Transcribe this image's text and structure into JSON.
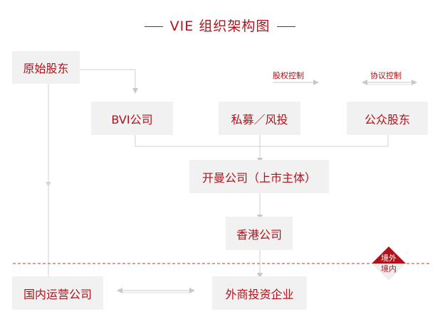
{
  "title": "VIE 组织架构图",
  "legend": {
    "equity_control": "股权控制",
    "agreement_control": "协议控制"
  },
  "nodes": {
    "original_shareholders": "原始股东",
    "bvi_company": "BVI公司",
    "private_equity": "私募／风投",
    "public_shareholders": "公众股东",
    "cayman_company": "开曼公司（上市主体）",
    "hk_company": "香港公司",
    "domestic_operating": "国内运营公司",
    "wfoe": "外商投资企业"
  },
  "border_badge": {
    "outside": "境外",
    "inside": "境内"
  },
  "colors": {
    "accent": "#b0121b",
    "node_bg": "#f1f1f1",
    "line": "#cfcfcf",
    "border_line": "#c9333b"
  }
}
